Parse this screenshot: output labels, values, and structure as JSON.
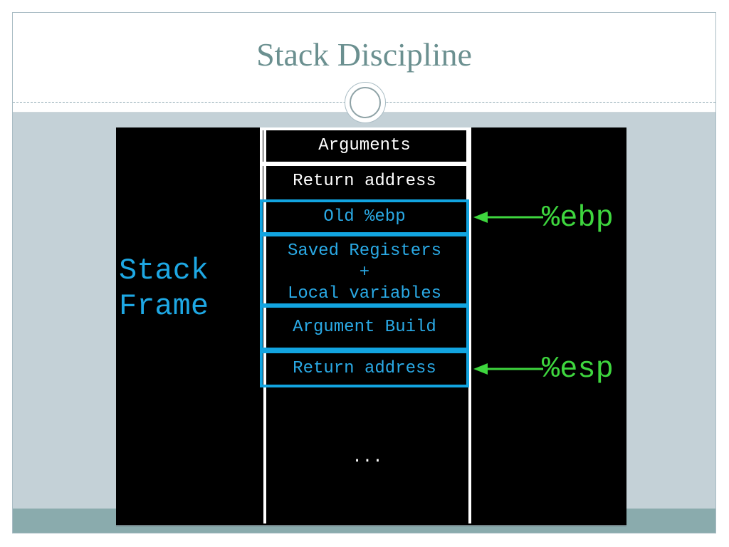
{
  "slide": {
    "title": "Stack Discipline"
  },
  "diagram": {
    "frame_label_lines": [
      "Stack",
      "Frame"
    ],
    "cells": {
      "arguments": "Arguments",
      "return_address_top": "Return address",
      "old_ebp": "Old %ebp",
      "saved_registers_lines": [
        "Saved Registers",
        "+",
        "Local variables"
      ],
      "argument_build": "Argument Build",
      "return_address_bottom": "Return address"
    },
    "ellipsis": "...",
    "pointers": {
      "ebp": "%ebp",
      "esp": "%esp"
    }
  },
  "colors": {
    "title": "#6b9090",
    "frame_blue": "#12a4e0",
    "pointer_green": "#3ed63e",
    "background": "#000000"
  }
}
